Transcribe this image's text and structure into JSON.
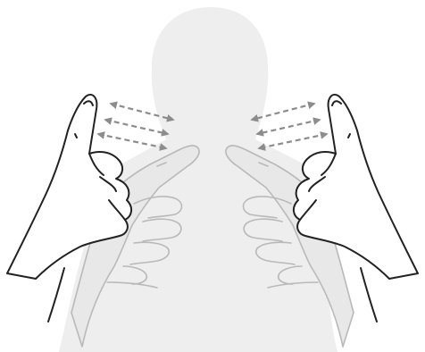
{
  "illustration": {
    "colors": {
      "silhouette": "#eeeeee",
      "ghost_hand_line": "#b9b9b9",
      "front_hand_line": "#222222",
      "arrow": "#8c8c8c",
      "background": "#ffffff"
    },
    "elements": [
      "person-silhouette",
      "left-ghost-hand",
      "right-ghost-hand",
      "left-front-hand",
      "right-front-hand",
      "left-motion-arrows",
      "right-motion-arrows"
    ]
  }
}
